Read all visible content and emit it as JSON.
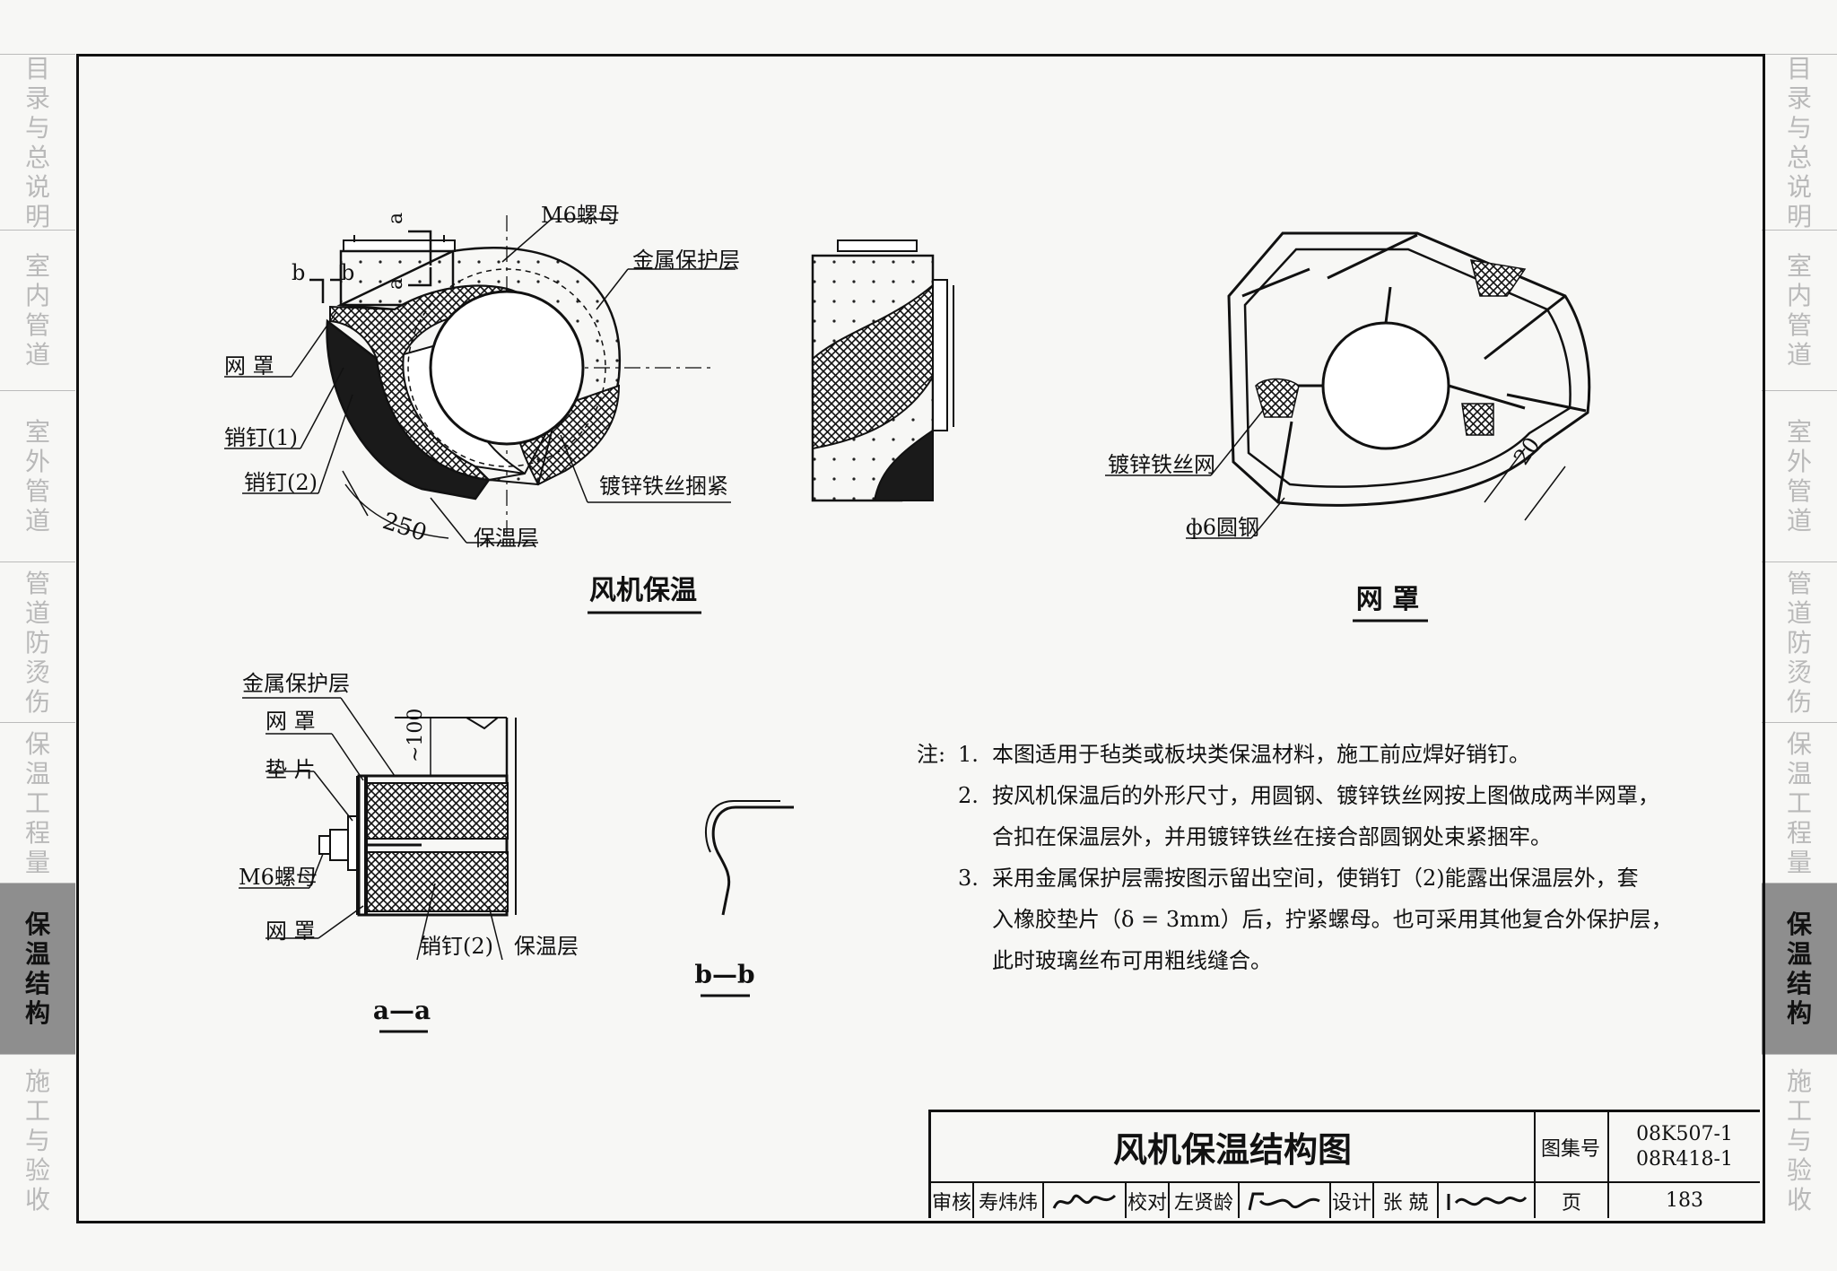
{
  "side_tabs": {
    "left": [
      {
        "label": "目录与总说明",
        "active": false
      },
      {
        "label": "室内管道",
        "active": false
      },
      {
        "label": "室外管道",
        "active": false
      },
      {
        "label": "管道防烫伤",
        "active": false
      },
      {
        "label": "保温工程量",
        "active": false
      },
      {
        "label": "保温结构",
        "active": true
      },
      {
        "label": "施工与验收",
        "active": false
      }
    ],
    "right": [
      {
        "label": "目录与总说明",
        "active": false
      },
      {
        "label": "室内管道",
        "active": false
      },
      {
        "label": "室外管道",
        "active": false
      },
      {
        "label": "管道防烫伤",
        "active": false
      },
      {
        "label": "保温工程量",
        "active": false
      },
      {
        "label": "保温结构",
        "active": true
      },
      {
        "label": "施工与验收",
        "active": false
      }
    ]
  },
  "fan": {
    "title": "风机保温",
    "labels": {
      "m6_nut": "M6螺母",
      "metal_layer": "金属保护层",
      "mesh": "网 罩",
      "pin1": "销钉(1)",
      "pin2": "销钉(2)",
      "dim_250": "250",
      "insulation": "保温层",
      "wire_tie": "镀锌铁丝捆紧",
      "sec_a": "a",
      "sec_b": "b"
    }
  },
  "mesh_cover": {
    "title": "网 罩",
    "labels": {
      "wire_mesh": "镀锌铁丝网",
      "round_steel": "ф6圆钢",
      "dim_20": "20"
    }
  },
  "section_aa": {
    "title": "a—a",
    "labels": {
      "metal_layer": "金属保护层",
      "mesh_top": "网 罩",
      "gasket": "垫 片",
      "m6_nut": "M6螺母",
      "mesh_bottom": "网 罩",
      "pin2": "销钉(2)",
      "insulation": "保温层",
      "dim_100": "~100"
    }
  },
  "section_bb": {
    "title": "b—b"
  },
  "notes": {
    "prefix": "注:",
    "items": [
      {
        "num": "1.",
        "lines": [
          "本图适用于毡类或板块类保温材料，施工前应焊好销钉。"
        ]
      },
      {
        "num": "2.",
        "lines": [
          "按风机保温后的外形尺寸，用圆钢、镀锌铁丝网按上图做成两半网罩，",
          "合扣在保温层外，并用镀锌铁丝在接合部圆钢处束紧捆牢。"
        ]
      },
      {
        "num": "3.",
        "lines": [
          "采用金属保护层需按图示留出空间，使销钉（2)能露出保温层外，套",
          "入橡胶垫片（δ = 3mm）后，拧紧螺母。也可采用其他复合外保护层，",
          "此时玻璃丝布可用粗线缝合。"
        ]
      }
    ]
  },
  "title_block": {
    "title": "风机保温结构图",
    "atlas_label": "图集号",
    "atlas_no_1": "08K507-1",
    "atlas_no_2": "08R418-1",
    "review_label": "审核",
    "review_name": "寿炜炜",
    "check_label": "校对",
    "check_name": "左贤龄",
    "design_label": "设计",
    "design_name": "张 兢",
    "page_label": "页",
    "page_no": "183"
  }
}
